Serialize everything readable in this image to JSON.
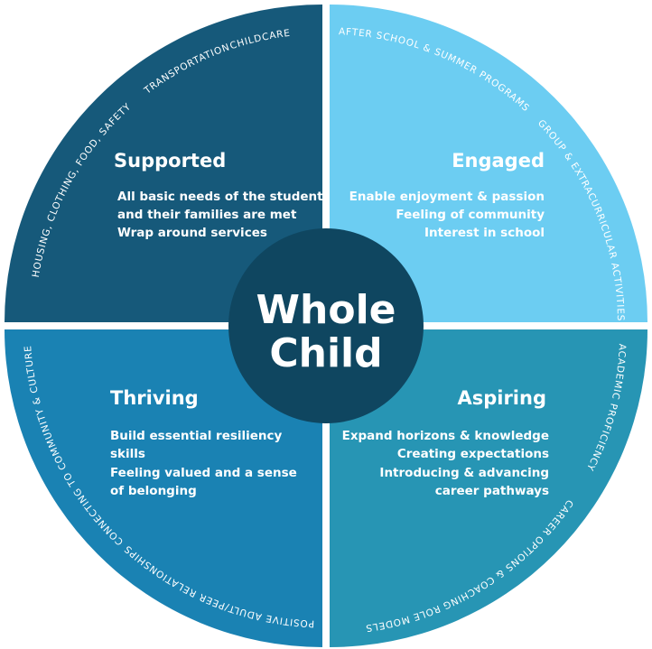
{
  "center": {
    "line1": "Whole",
    "line2": "Child"
  },
  "quadrants": [
    {
      "key": "supported",
      "color": "#16597a",
      "title": "Supported",
      "lines": [
        "All basic needs of the student",
        "and their families are met",
        "Wrap around services"
      ],
      "arc_labels": [
        "HOUSING, CLOTHING, FOOD, SAFETY",
        "TRANSPORTATION",
        "CHILDCARE"
      ]
    },
    {
      "key": "engaged",
      "color": "#6ccdf2",
      "title": "Engaged",
      "lines": [
        "Enable enjoyment & passion",
        "Feeling of community",
        "Interest in school"
      ],
      "arc_labels": [
        "AFTER SCHOOL & SUMMER PROGRAMS",
        "GROUP & EXTRACURRICULAR ACTIVITIES"
      ]
    },
    {
      "key": "thriving",
      "color": "#1a82b3",
      "title": "Thriving",
      "lines": [
        "Build essential resiliency",
        "skills",
        "Feeling valued and a sense",
        "of belonging"
      ],
      "arc_labels": [
        "CONNECTING TO COMMUNITY & CULTURE",
        "POSITIVE ADULT/PEER RELATIONSHIPS"
      ]
    },
    {
      "key": "aspiring",
      "color": "#2795b4",
      "title": "Aspiring",
      "lines": [
        "Expand horizons & knowledge",
        "Creating expectations",
        "Introducing & advancing",
        "career pathways"
      ],
      "arc_labels": [
        "ACADEMIC PROFICIENCY",
        "CAREER OPTIONS & COACHING",
        "ROLE MODELS"
      ]
    }
  ],
  "center_color": "#0f4660"
}
